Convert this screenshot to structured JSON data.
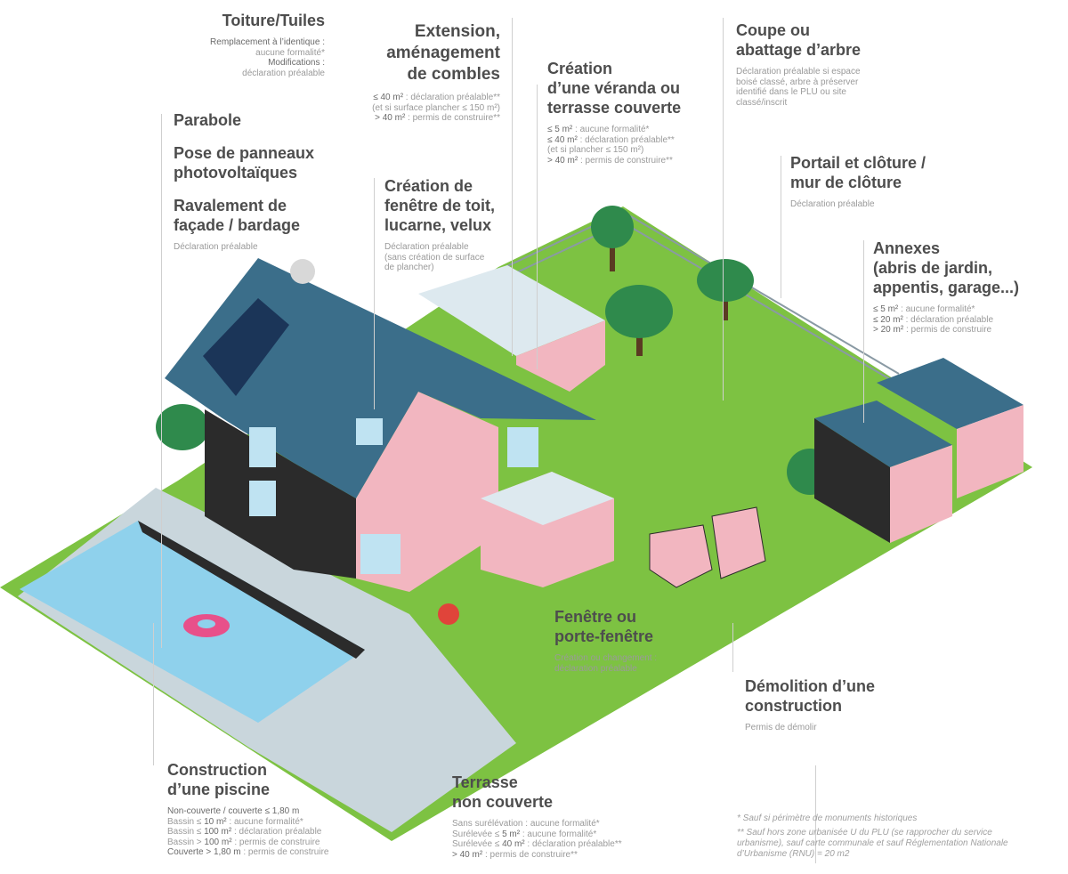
{
  "colors": {
    "lawn": "#7dc242",
    "roof": "#3b6e8a",
    "wall_dark": "#2b2b2b",
    "wall_pink": "#f2b6c0",
    "deck": "#c9d6dc",
    "water": "#8fd1ec",
    "title": "#4d4d4d",
    "text": "#9a9a9a"
  },
  "callouts": {
    "toiture": {
      "title": [
        "Toiture/Tuiles"
      ],
      "lines": [
        {
          "s": "Remplacement à l’identique :",
          "t": ""
        },
        {
          "s": "",
          "t": "aucune formalité*"
        },
        {
          "s": "Modifications :",
          "t": ""
        },
        {
          "s": "",
          "t": "déclaration préalable"
        }
      ]
    },
    "extension": {
      "title": [
        "Extension,",
        "aménagement",
        "de combles"
      ],
      "lines": [
        {
          "s": "≤ 40 m²",
          "t": " : déclaration préalable**"
        },
        {
          "s": "",
          "t": "(et si surface plancher ≤ 150 m²)"
        },
        {
          "s": "> 40 m²",
          "t": " : permis de construire**"
        }
      ]
    },
    "parabole": {
      "title": [
        "Parabole"
      ],
      "lines": []
    },
    "photovoltaique": {
      "title": [
        "Pose de panneaux",
        "photovoltaïques"
      ],
      "lines": []
    },
    "ravalement": {
      "title": [
        "Ravalement de",
        "façade / bardage"
      ],
      "lines": [
        {
          "s": "",
          "t": "Déclaration préalable"
        }
      ]
    },
    "fenetre_toit": {
      "title": [
        "Création de",
        "fenêtre de toit,",
        "lucarne, velux"
      ],
      "lines": [
        {
          "s": "",
          "t": "Déclaration préalable"
        },
        {
          "s": "",
          "t": "(sans création de surface"
        },
        {
          "s": "",
          "t": "de plancher)"
        }
      ]
    },
    "veranda": {
      "title": [
        "Création",
        "d’une véranda ou",
        "terrasse couverte"
      ],
      "lines": [
        {
          "s": "≤ 5 m²",
          "t": " : aucune formalité*"
        },
        {
          "s": "≤ 40 m²",
          "t": " : déclaration préalable**"
        },
        {
          "s": "",
          "t": "(et si plancher ≤ 150 m²)"
        },
        {
          "s": "> 40 m²",
          "t": " : permis de construire**"
        }
      ]
    },
    "arbre": {
      "title": [
        "Coupe ou",
        "abattage d’arbre"
      ],
      "lines": [
        {
          "s": "",
          "t": "Déclaration préalable si espace"
        },
        {
          "s": "",
          "t": "boisé classé, arbre à préserver"
        },
        {
          "s": "",
          "t": "identifié dans le PLU ou site"
        },
        {
          "s": "",
          "t": "classé/inscrit"
        }
      ]
    },
    "portail": {
      "title": [
        "Portail et clôture /",
        "mur de clôture"
      ],
      "lines": [
        {
          "s": "",
          "t": "Déclaration préalable"
        }
      ]
    },
    "annexes": {
      "title": [
        "Annexes",
        "(abris de jardin,",
        "appentis, garage...)"
      ],
      "lines": [
        {
          "s": "≤ 5 m²",
          "t": " : aucune formalité*"
        },
        {
          "s": "≤ 20 m²",
          "t": " : déclaration préalable"
        },
        {
          "s": "> 20 m²",
          "t": " : permis de construire"
        }
      ]
    },
    "fenetre": {
      "title": [
        "Fenêtre ou",
        "porte-fenêtre"
      ],
      "lines": [
        {
          "s": "",
          "t": "Création ou changement :"
        },
        {
          "s": "",
          "t": "déclaration préalable"
        }
      ]
    },
    "demolition": {
      "title": [
        "Démolition d’une",
        "construction"
      ],
      "lines": [
        {
          "s": "",
          "t": "Permis de démolir"
        }
      ]
    },
    "piscine": {
      "title": [
        "Construction",
        "d’une piscine"
      ],
      "lines": [
        {
          "s": "Non-couverte / couverte ≤ 1,80 m",
          "t": ""
        },
        {
          "s": "",
          "t": "Bassin ≤ ",
          "s2": "10 m²",
          "t2": " : aucune formalité*"
        },
        {
          "s": "",
          "t": "Bassin ≤ ",
          "s2": "100 m²",
          "t2": " : déclaration préalable"
        },
        {
          "s": "",
          "t": "Bassin > ",
          "s2": "100 m²",
          "t2": " : permis de construire"
        },
        {
          "s": "Couverte > 1,80 m",
          "t": " : permis de construire"
        }
      ]
    },
    "terrasse": {
      "title": [
        "Terrasse",
        "non couverte"
      ],
      "lines": [
        {
          "s": "",
          "t": "Sans surélévation : aucune formalité*"
        },
        {
          "s": "",
          "t": "Surélevée ≤ ",
          "s2": "5 m²",
          "t2": " : aucune formalité*"
        },
        {
          "s": "",
          "t": "Surélevée ≤ ",
          "s2": "40 m²",
          "t2": " : déclaration préalable**"
        },
        {
          "s": "> 40 m²",
          "t": " : permis de construire**"
        }
      ]
    }
  },
  "footnotes": [
    "* Sauf si périmètre de monuments historiques",
    "** Sauf hors zone urbanisée U du PLU (se rapprocher du service",
    "urbanisme), sauf carte communale et sauf Réglementation Nationale",
    "d’Urbanisme (RNU) = 20 m2"
  ]
}
